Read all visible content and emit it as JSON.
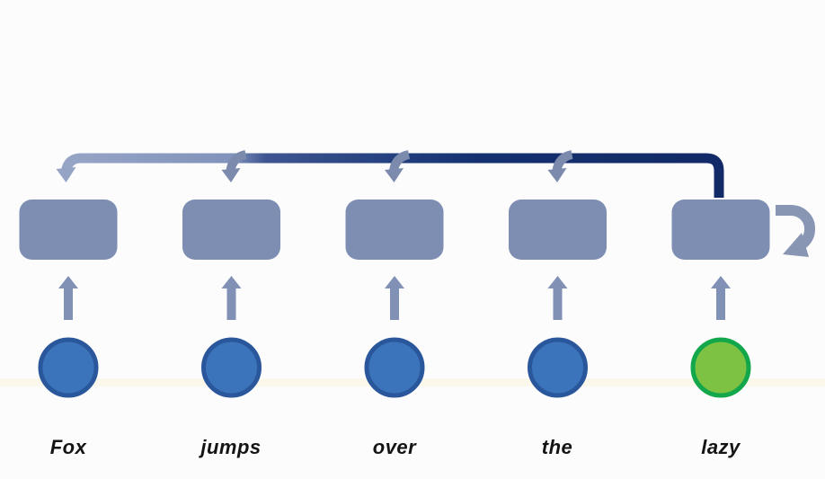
{
  "diagram": {
    "description": "Recurrent sequence model with attention connections over tokens",
    "tokens": [
      {
        "word": "Fox",
        "circle": "blue"
      },
      {
        "word": "jumps",
        "circle": "blue"
      },
      {
        "word": "over",
        "circle": "blue"
      },
      {
        "word": "the",
        "circle": "blue"
      },
      {
        "word": "lazy",
        "circle": "green"
      }
    ],
    "colors": {
      "background": "#FCFCFD",
      "band": "#FAF3DC",
      "box_fill": "#7E8EB2",
      "line_stop_light": "#97A5C6",
      "line_stop_light2": "#8193BB",
      "line_stop_mid": "#3E5590",
      "line_stop_mid2": "#24407E",
      "line_stop_dark": "#15306F",
      "line_stop_darkest": "#122A67",
      "arrowhead_light": "#95A3C4",
      "arrowhead_gray": "#7C8BAD",
      "up_arrow": "#8091B5",
      "circle_blue_fill": "#3B74BA",
      "circle_blue_stroke": "#2A579B",
      "circle_green_fill": "#7DC242",
      "circle_green_stroke": "#12A74A",
      "loop": "#8895B3",
      "word_color": "#141414"
    }
  }
}
